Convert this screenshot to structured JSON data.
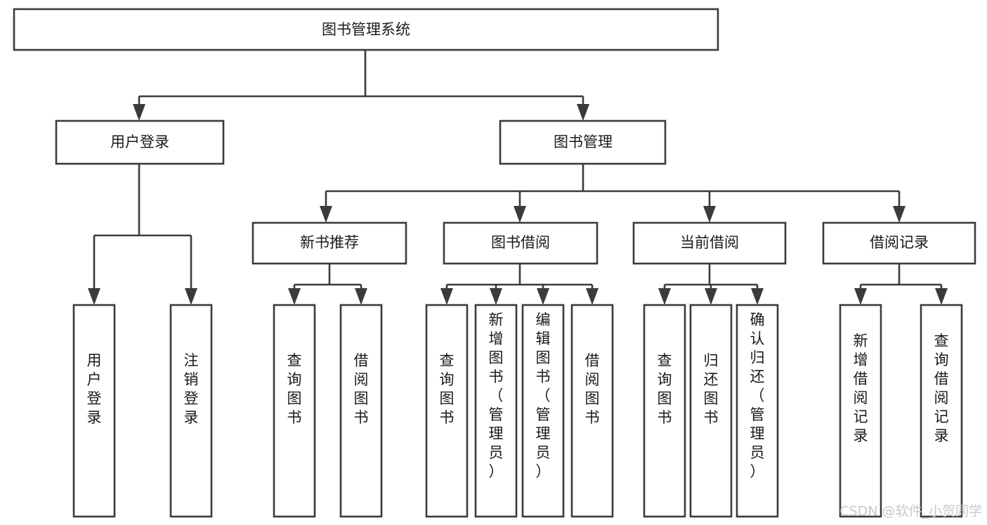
{
  "diagram": {
    "type": "tree",
    "title_node": "图书管理系统",
    "orientation": "top-down",
    "background_color": "#ffffff",
    "line_color": "#3b3b3b",
    "text_color": "#1a1a1a",
    "root": {
      "id": "root",
      "label": "图书管理系统",
      "text_orientation": "horizontal"
    },
    "level1": [
      {
        "id": "user-login",
        "label": "用户登录",
        "text_orientation": "horizontal",
        "children": [
          {
            "id": "user-login-do",
            "label": "用户登录",
            "text_orientation": "vertical"
          },
          {
            "id": "user-logout",
            "label": "注销登录",
            "text_orientation": "vertical"
          }
        ]
      },
      {
        "id": "book-manage",
        "label": "图书管理",
        "text_orientation": "horizontal",
        "children": [
          {
            "id": "new-book-recommend",
            "label": "新书推荐",
            "text_orientation": "horizontal",
            "children": [
              {
                "id": "query-book-1",
                "label": "查询图书",
                "text_orientation": "vertical"
              },
              {
                "id": "borrow-book-1",
                "label": "借阅图书",
                "text_orientation": "vertical"
              }
            ]
          },
          {
            "id": "book-borrow",
            "label": "图书借阅",
            "text_orientation": "horizontal",
            "children": [
              {
                "id": "query-book-2",
                "label": "查询图书",
                "text_orientation": "vertical"
              },
              {
                "id": "add-book-admin",
                "label": "新增图书（管理员）",
                "text_orientation": "vertical"
              },
              {
                "id": "edit-book-admin",
                "label": "编辑图书（管理员）",
                "text_orientation": "vertical"
              },
              {
                "id": "borrow-book-2",
                "label": "借阅图书",
                "text_orientation": "vertical"
              }
            ]
          },
          {
            "id": "current-borrow",
            "label": "当前借阅",
            "text_orientation": "horizontal",
            "children": [
              {
                "id": "query-book-3",
                "label": "查询图书",
                "text_orientation": "vertical"
              },
              {
                "id": "return-book",
                "label": "归还图书",
                "text_orientation": "vertical"
              },
              {
                "id": "confirm-return-admin",
                "label": "确认归还（管理员）",
                "text_orientation": "vertical"
              }
            ]
          },
          {
            "id": "borrow-record",
            "label": "借阅记录",
            "text_orientation": "horizontal",
            "children": [
              {
                "id": "add-borrow-record",
                "label": "新增借阅记录",
                "text_orientation": "vertical"
              },
              {
                "id": "query-borrow-record",
                "label": "查询借阅记录",
                "text_orientation": "vertical"
              }
            ]
          }
        ]
      }
    ]
  },
  "watermark": {
    "text": "CSDN @软件_小贺同学"
  }
}
